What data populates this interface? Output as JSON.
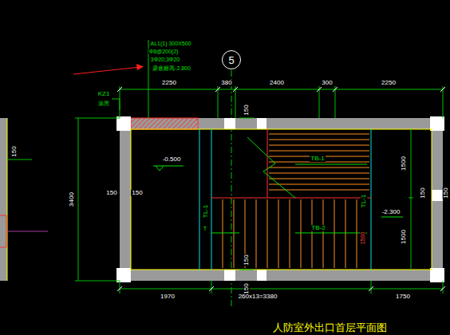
{
  "diagram": {
    "caption": "人防室外出口首层平面图",
    "nodes": [
      {
        "text": [
          "5"
        ]
      }
    ],
    "edges": [],
    "labels": [
      "AL1(1) 300X500",
      "Φ8@200(2)",
      "3Φ20;3Φ20",
      "梁底标高-2.800",
      "KZ1",
      "涂黑",
      "2250",
      "380",
      "2400",
      "300",
      "2250",
      "3400",
      "150",
      "150",
      "150",
      "-0.500",
      "150",
      "TB-1",
      "TL-1",
      "T",
      "TL-1",
      "1500",
      "-2.300",
      "TB-2",
      "1500",
      "1500",
      "150",
      "150",
      "150",
      "150",
      "1970",
      "260x13=3380",
      "1750"
    ]
  }
}
